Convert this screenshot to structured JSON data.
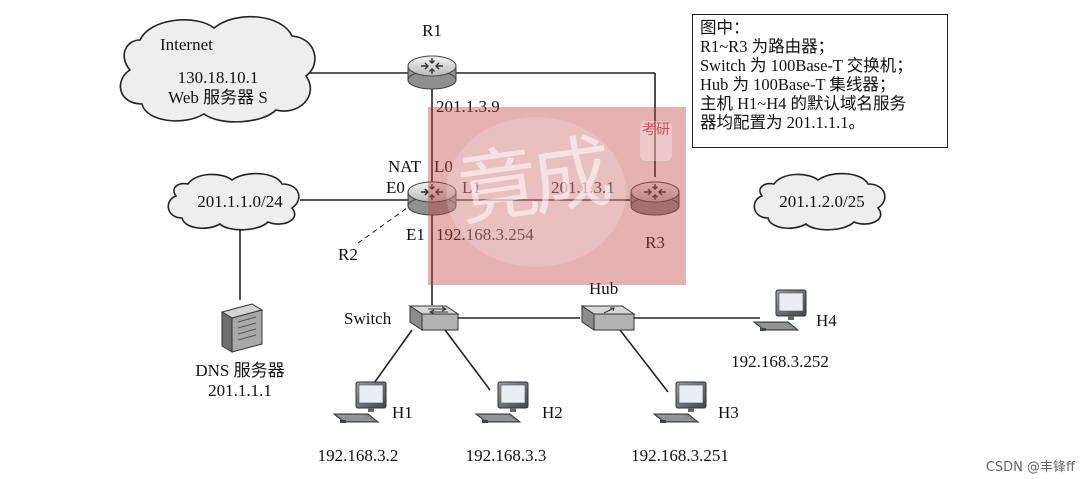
{
  "labels": {
    "internet": "Internet",
    "web_ip": "130.18.10.1",
    "web_server": "Web 服务器 S",
    "r1": "R1",
    "r1_ip": "201.1.3.9",
    "r2": "R2",
    "r3": "R3",
    "r3_ip": "201.1.3.1",
    "nat": "NAT",
    "l0": "L0",
    "l1": "L1",
    "e0": "E0",
    "e1": "E1",
    "e1_ip": "192.168.3.254",
    "net_left": "201.1.1.0/24",
    "net_right": "201.1.2.0/25",
    "dns_server": "DNS 服务器",
    "dns_ip": "201.1.1.1",
    "switch": "Switch",
    "hub": "Hub",
    "h1": "H1",
    "h1_ip": "192.168.3.2",
    "h2": "H2",
    "h2_ip": "192.168.3.3",
    "h3": "H3",
    "h3_ip": "192.168.3.251",
    "h4": "H4",
    "h4_ip": "192.168.3.252"
  },
  "note": {
    "line1": "图中：",
    "line2": "R1~R3 为路由器；",
    "line3": "Switch 为 100Base-T 交换机；",
    "line4": "Hub 为 100Base-T 集线器；",
    "line5": "主机 H1~H4 的默认域名服务",
    "line6": "器均配置为 201.1.1.1。"
  },
  "watermark": {
    "text": "竟成",
    "tag": "考研"
  },
  "footer": "CSDN @丰锋ff",
  "colors": {
    "line": "#222222",
    "watermark": "#c44646"
  }
}
